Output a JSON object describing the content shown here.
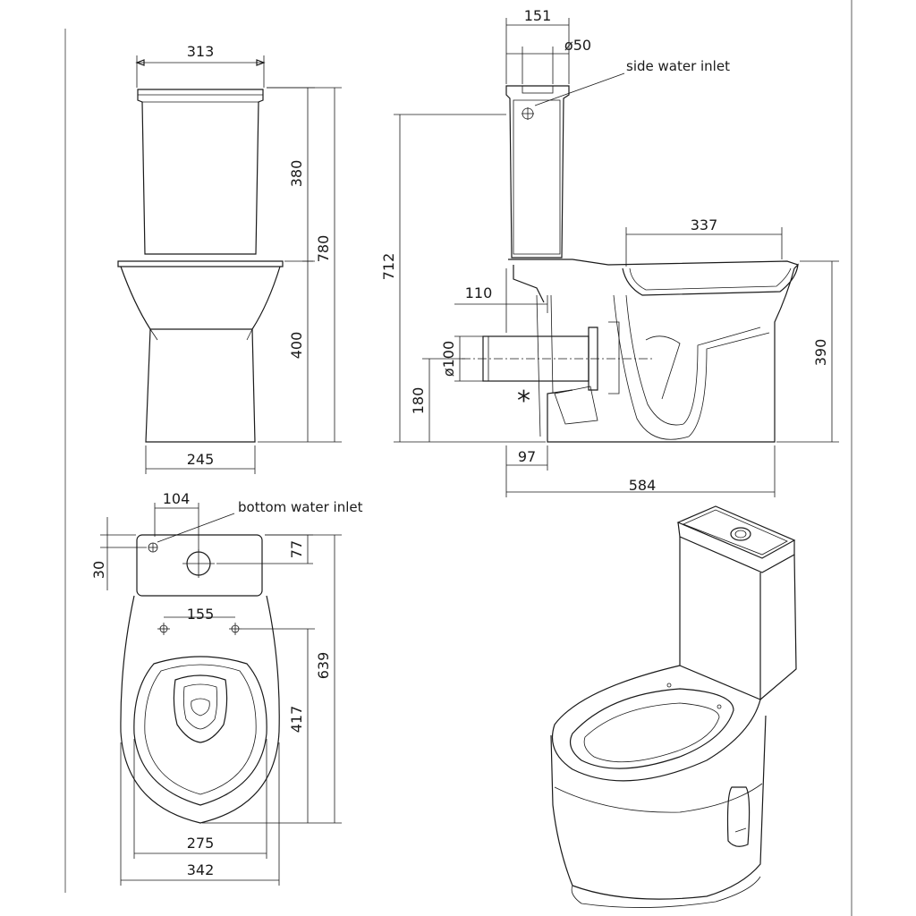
{
  "front_view": {
    "tank_width": "313",
    "tank_height": "380",
    "total_height": "780",
    "bowl_height": "400",
    "base_width": "245"
  },
  "side_view": {
    "tank_depth": "151",
    "inlet_diameter": "ø50",
    "side_inlet_label": "side water inlet",
    "height": "712",
    "bowl_opening": "337",
    "rim_height": "390",
    "outlet_offset": "110",
    "outlet_diameter": "ø100",
    "outlet_height": "180",
    "star_mark": "*",
    "back_offset": "97",
    "total_depth": "584"
  },
  "top_view": {
    "inlet_offset": "104",
    "bottom_inlet_label": "bottom water inlet",
    "inlet_depth": "77",
    "inlet_side": "30",
    "hole_spacing": "155",
    "total_length": "639",
    "bowl_length": "417",
    "seat_width": "275",
    "overall_width": "342"
  }
}
